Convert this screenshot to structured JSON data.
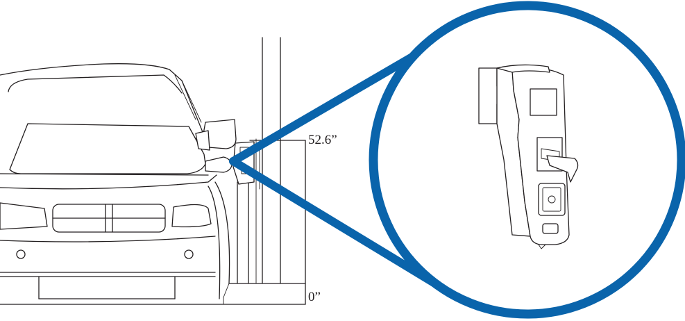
{
  "diagram": {
    "height_top_label": "52.6”",
    "height_bottom_label": "0”",
    "accent_color": "#0a64ab",
    "line_color": "#231f20",
    "subjects": [
      "pickup-truck",
      "drive-up-kiosk",
      "kiosk-magnified-view"
    ]
  }
}
